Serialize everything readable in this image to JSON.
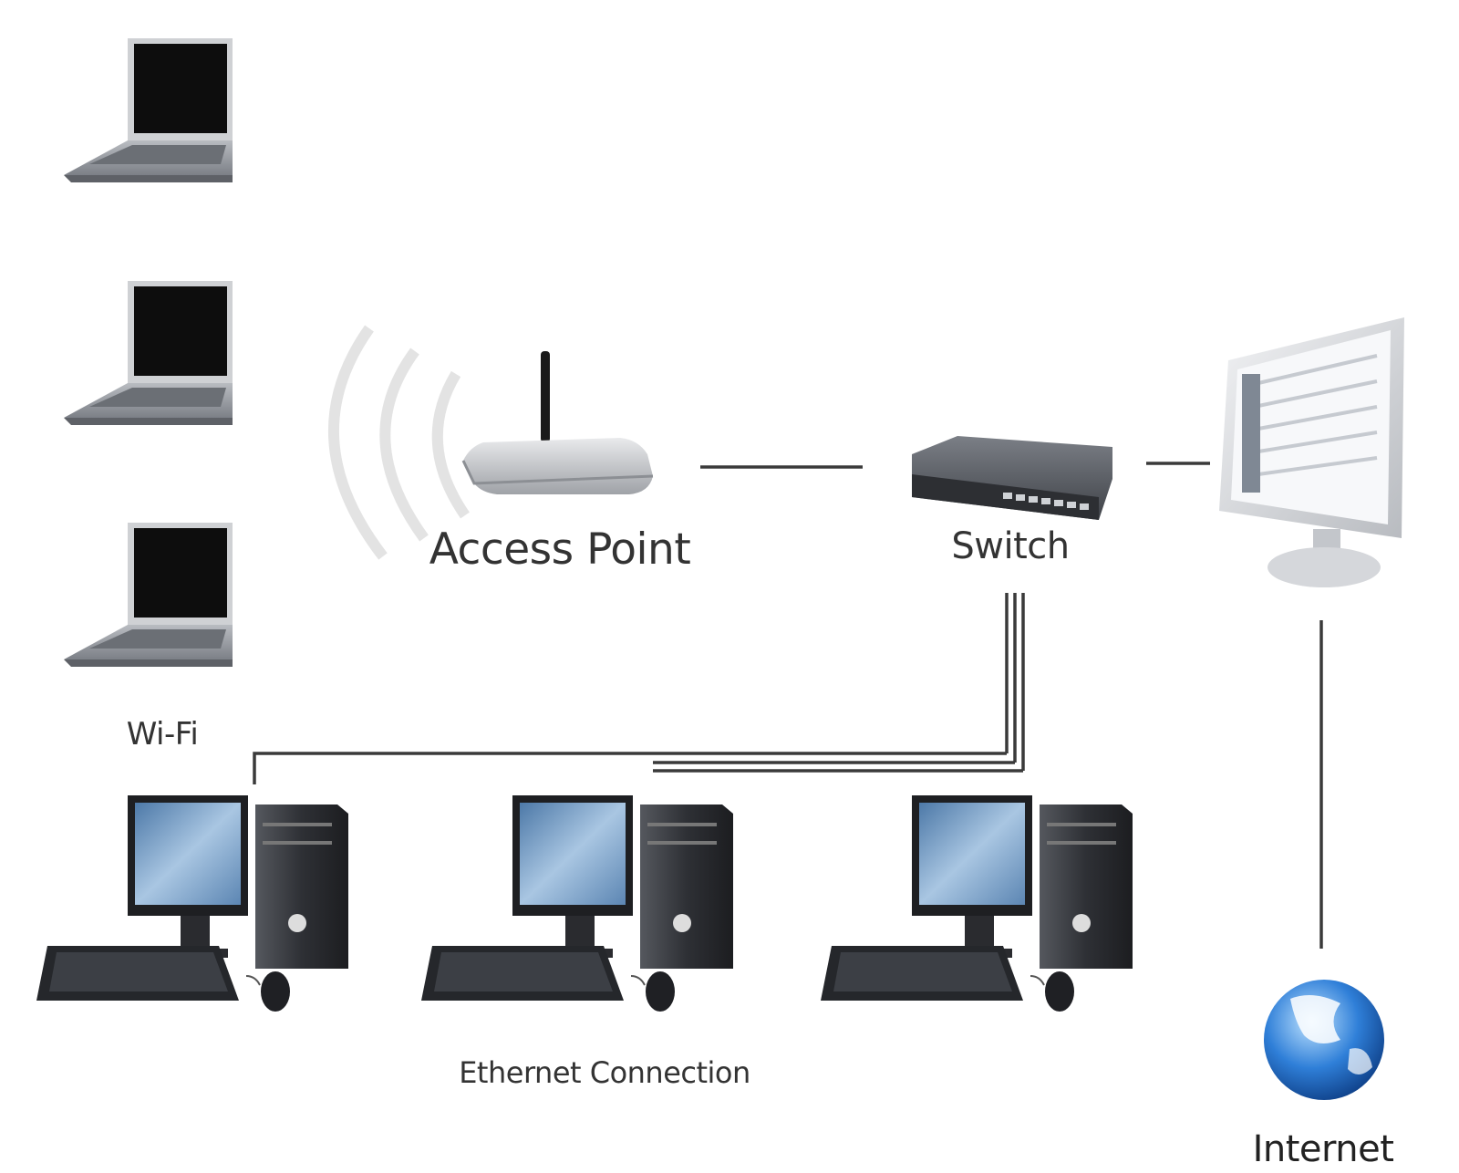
{
  "labels": {
    "access_point": "Access Point",
    "switch": "Switch",
    "wifi": "Wi-Fi",
    "ethernet": "Ethernet Connection",
    "internet": "Internet"
  },
  "colors": {
    "line": "#3a3a3a",
    "screen_dark": "#0d0d0d",
    "screen_blue": "#6e9bc4",
    "device_gray": "#5a5d63",
    "globe": "#2f7fd8"
  },
  "icons": [
    "laptop-icon",
    "router-icon",
    "wifi-signal-icon",
    "network-switch-icon",
    "monitor-icon",
    "desktop-computer-icon",
    "globe-icon"
  ]
}
